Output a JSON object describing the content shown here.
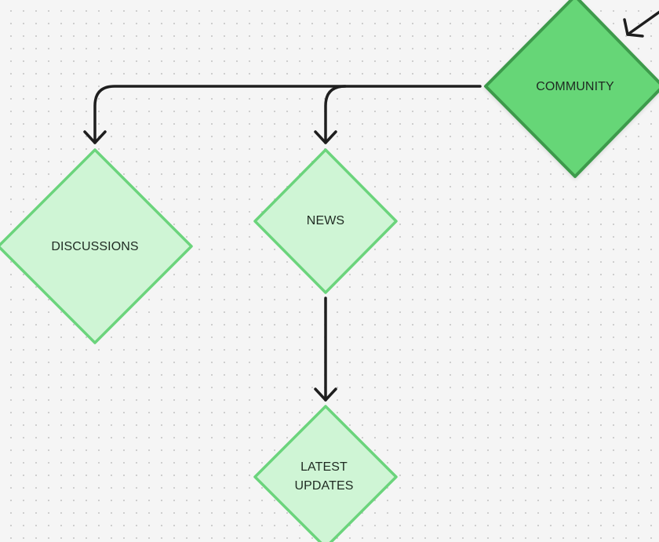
{
  "diagram": {
    "nodes": {
      "community": {
        "label": "COMMUNITY"
      },
      "discussions": {
        "label": "DISCUSSIONS"
      },
      "news": {
        "label": "NEWS"
      },
      "latest_updates": {
        "label_line1": "LATEST",
        "label_line2": "UPDATES"
      }
    }
  },
  "colors": {
    "canvas_bg": "#f5f5f5",
    "dot_grid": "#c8c8c8",
    "active_node_fill": "#66d677",
    "active_node_stroke": "#3e9a4c",
    "node_fill": "#cff5d5",
    "node_stroke": "#6bd47c",
    "connector": "#1e1e1e",
    "text": "#1f2a22"
  }
}
